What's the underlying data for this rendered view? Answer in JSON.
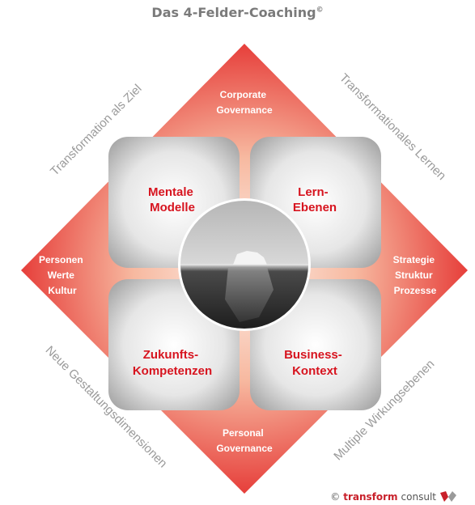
{
  "title": "Das 4-Felder-Coaching",
  "title_mark": "©",
  "quadrants": {
    "top_left": [
      "Mentale",
      "Modelle"
    ],
    "top_right": [
      "Lern-",
      "Ebenen"
    ],
    "bottom_left": [
      "Zukunfts-",
      "Kompetenzen"
    ],
    "bottom_right": [
      "Business-",
      "Kontext"
    ]
  },
  "corners": {
    "top": [
      "Corporate",
      "Governance"
    ],
    "left": [
      "Personen",
      "Werte",
      "Kultur"
    ],
    "right": [
      "Strategie",
      "Struktur",
      "Prozesse"
    ],
    "bottom": [
      "Personal",
      "Governance"
    ]
  },
  "diagonals": {
    "upper_left": "Transformation als Ziel",
    "upper_right": "Transformationales Lernen",
    "lower_left": "Neue Gestaltungsdimensionen",
    "lower_right": "Multiple Wirkungsebenen"
  },
  "footer": {
    "copyright": "©",
    "brand": "transform",
    "suffix": "consult"
  },
  "colors": {
    "accent_red": "#e32626",
    "diamond_light": "#fbe3d8",
    "diamond_dark": "#e8412d",
    "corner_text": "#ffffff",
    "quadrant_text": "#d7141f",
    "diagonal_text": "#9a9a9a"
  }
}
